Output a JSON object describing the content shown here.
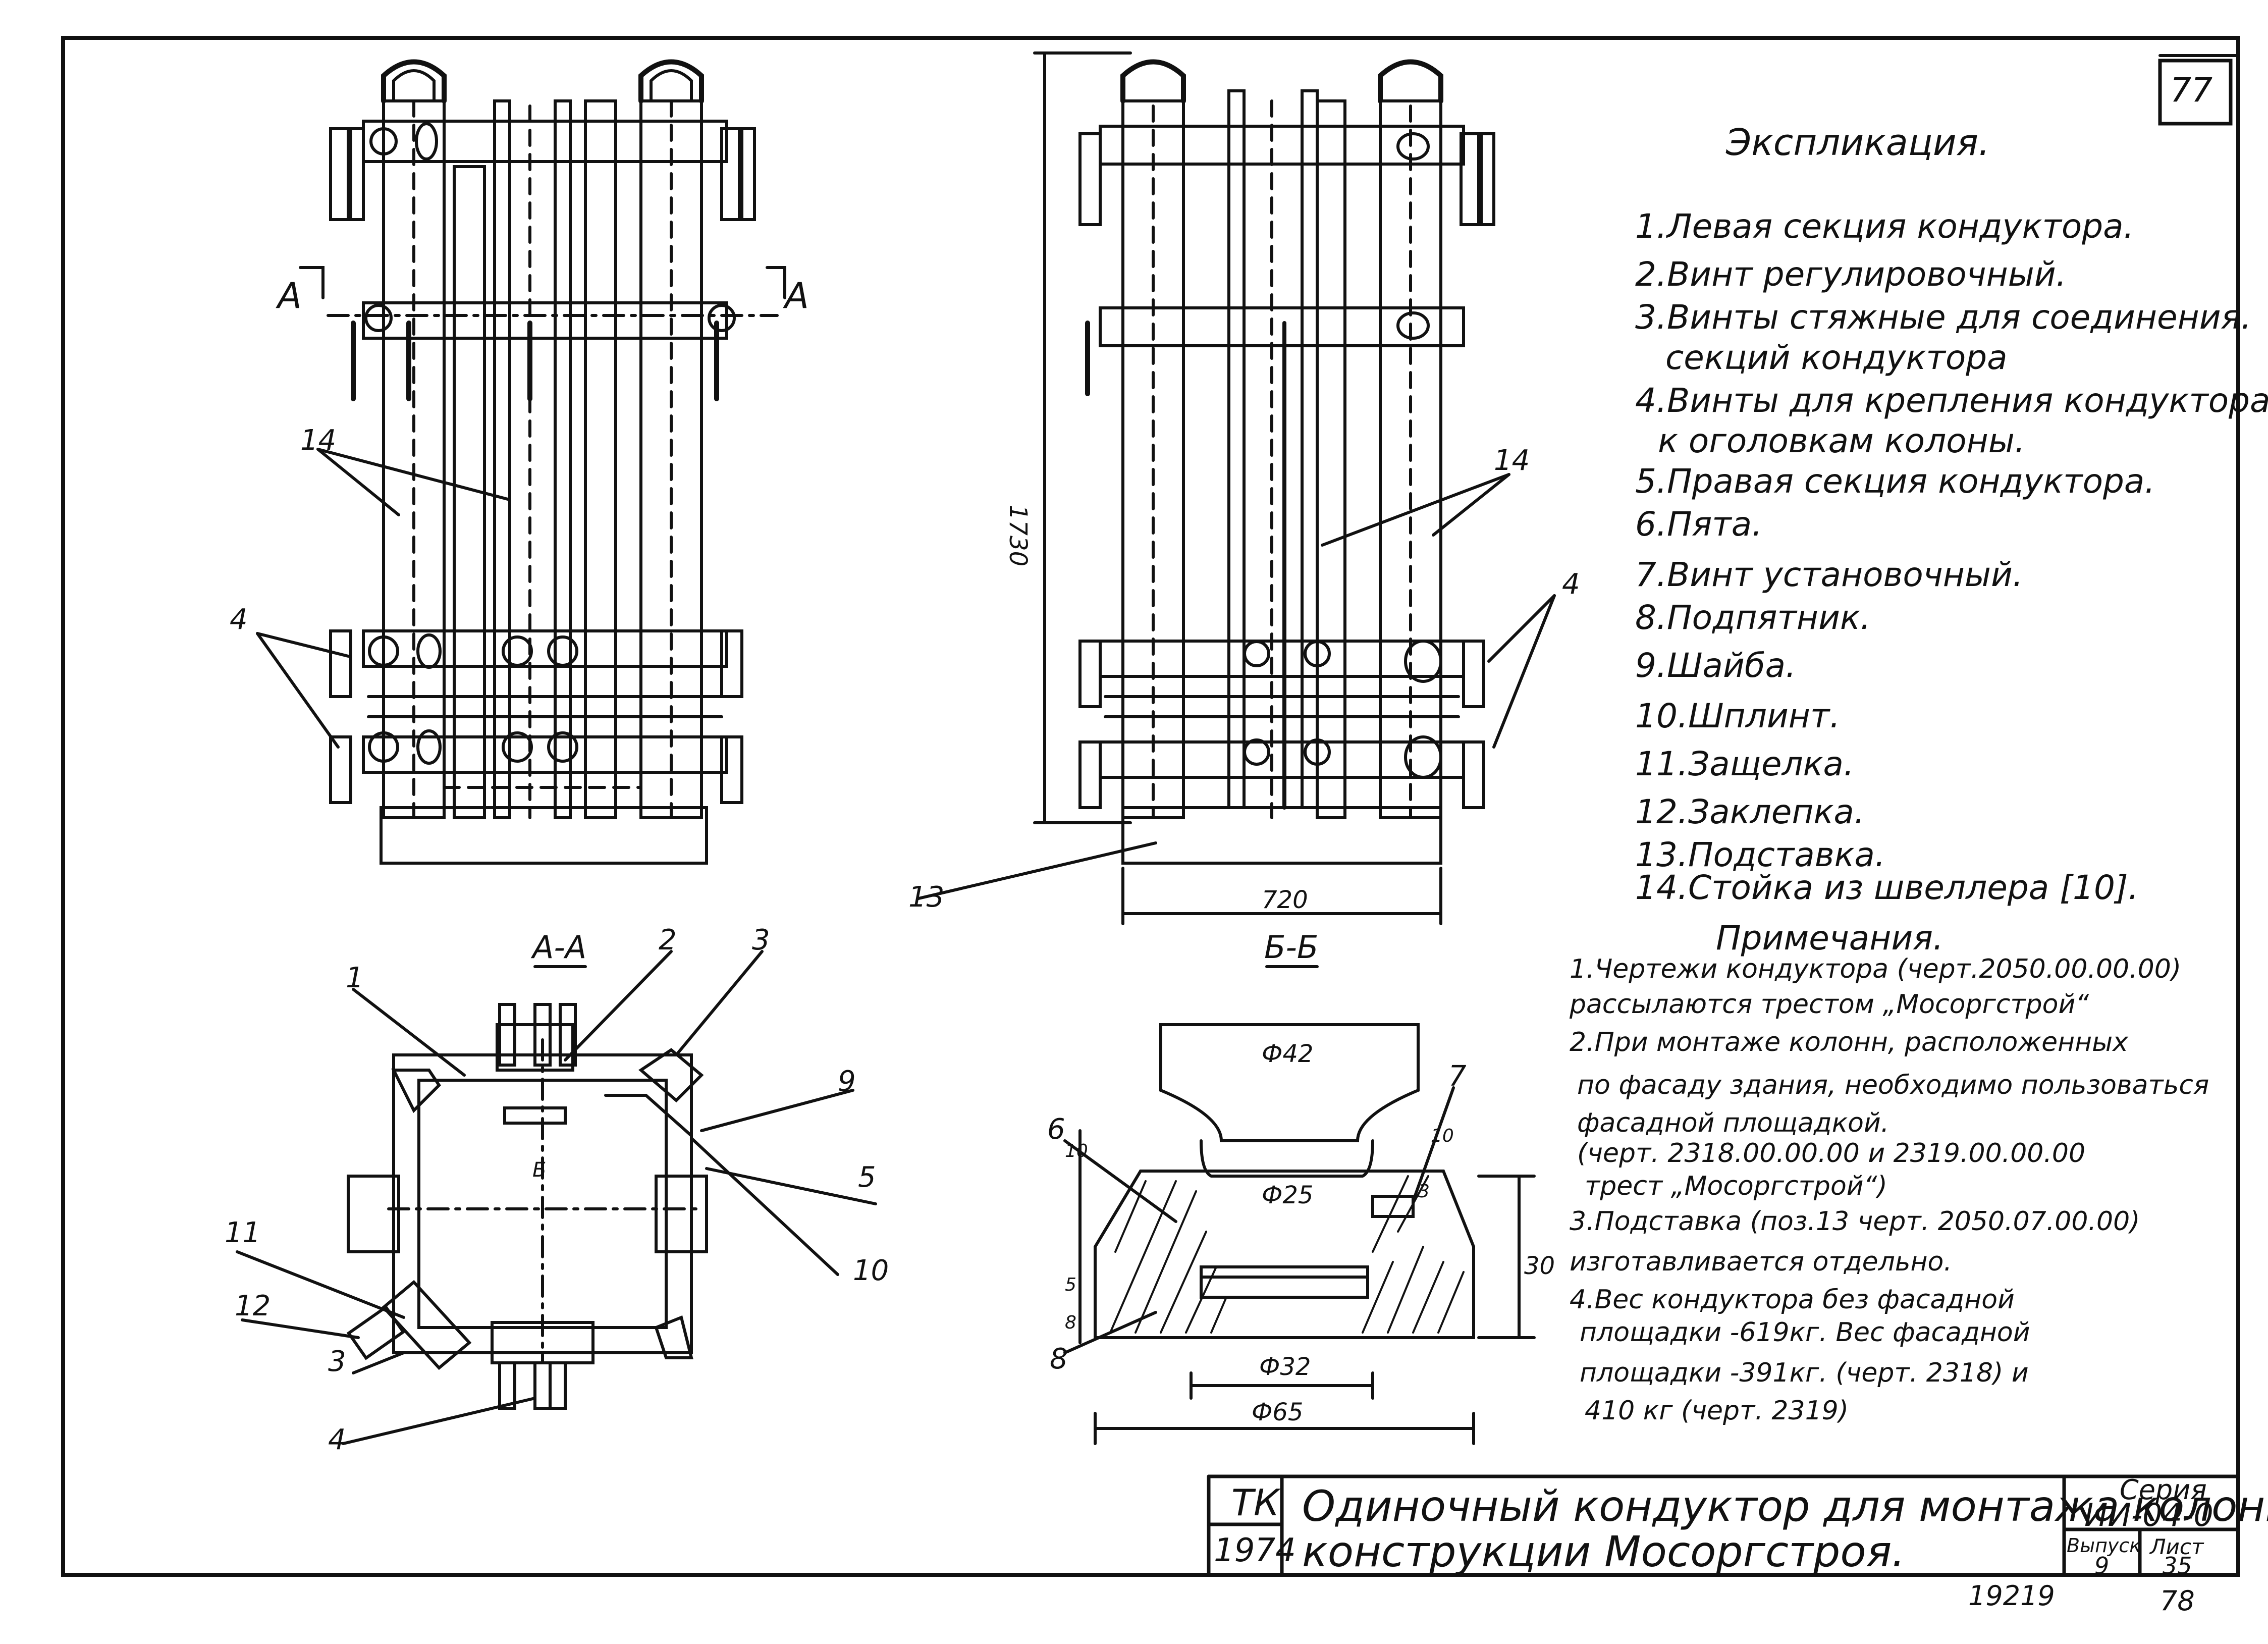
{
  "sheet": {
    "sheet_number_top": "77",
    "bottom_number_left": "19219",
    "bottom_number_right": "78"
  },
  "explication": {
    "title": "Экспликация.",
    "items": [
      "1.Левая секция кондуктора.",
      "2.Винт регулировочный.",
      "3.Винты стяжные для соединения.",
      "секций кондуктора",
      "4.Винты для крепления кондуктора",
      "к оголовкам колоны.",
      "5.Правая секция кондуктора.",
      "6.Пята.",
      "7.Винт установочный.",
      "8.Подпятник.",
      "9.Шайба.",
      "10.Шплинт.",
      "11.Защелка.",
      "12.Заклепка.",
      "13.Подставка.",
      "14.Стойка из швеллера [10]."
    ]
  },
  "notes": {
    "title": "Примечания.",
    "lines": [
      "1.Чертежи кондуктора (черт.2050.00.00.00)",
      "рассылаются трестом „Мосоргстрой“",
      "2.При монтаже колонн, расположенных",
      "по фасаду здания, необходимо пользоваться",
      "фасадной площадкой.",
      "(черт. 2318.00.00.00 и 2319.00.00.00",
      "трест „Мосоргстрой“)",
      "3.Подставка (поз.13 черт. 2050.07.00.00)",
      "изготавливается отдельно.",
      "4.Вес кондуктора без фасадной",
      "площадки -619кг. Вес фасадной",
      "площадки -391кг. (черт. 2318) и",
      "410 кг (черт. 2319)"
    ]
  },
  "title_block": {
    "org": "ТК",
    "year": "1974",
    "title_line1": "Одиночный кондуктор для монтажа колонн",
    "title_line2": "конструкции Мосоргстроя.",
    "series_label": "Серия",
    "series_value": "ИИ-04-0",
    "issue_label": "Выпуск",
    "issue_value": "9",
    "sheet_label": "Лист",
    "sheet_value": "35"
  },
  "views": {
    "section_aa_title": "А-А",
    "section_bb_title": "Б-Б",
    "cut_mark_a": "А",
    "cut_mark_b": "Б",
    "dim_height": "1730",
    "dim_width": "720",
    "dim_d42": "Ф42",
    "dim_d25": "Ф25",
    "dim_d32": "Ф32",
    "dim_d65": "Ф65",
    "dim_30": "30",
    "dim_10a": "10",
    "dim_10b": "10",
    "dim_5": "5",
    "dim_8": "8",
    "dim_3": "3"
  },
  "callouts": {
    "c1": "1",
    "c2": "2",
    "c3": "3",
    "c3b": "3",
    "c4a": "4",
    "c4b": "4",
    "c4c": "4",
    "c5": "5",
    "c6": "6",
    "c7": "7",
    "c8": "8",
    "c9": "9",
    "c10": "10",
    "c11": "11",
    "c12": "12",
    "c13": "13",
    "c14a": "14",
    "c14b": "14"
  }
}
